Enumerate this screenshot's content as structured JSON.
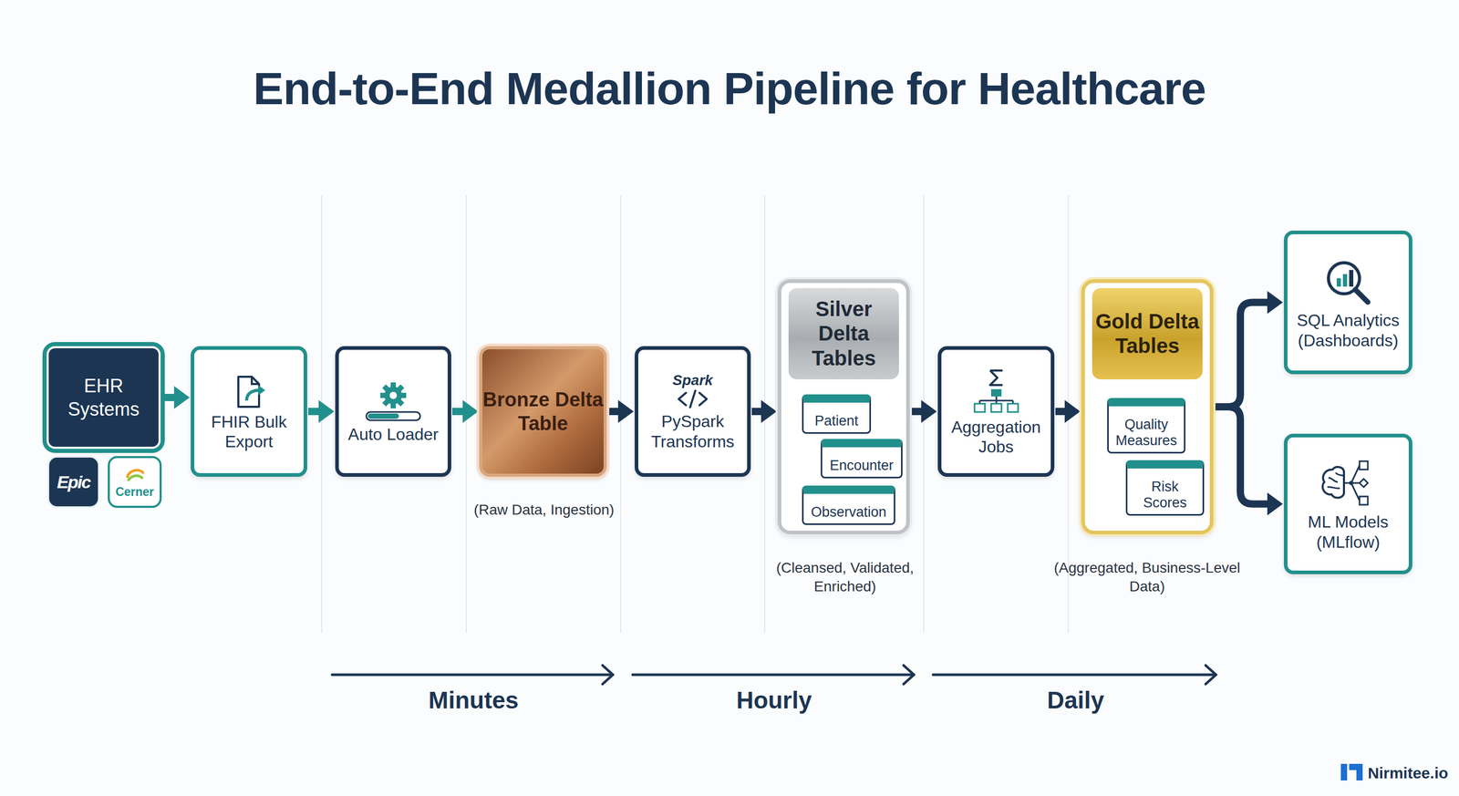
{
  "diagram": {
    "title": "End-to-End Medallion Pipeline for Healthcare",
    "nodes": [
      {
        "text": [
          "EHR Systems"
        ]
      },
      {
        "text": [
          "Epic"
        ]
      },
      {
        "text": [
          "Cerner"
        ]
      },
      {
        "text": [
          "FHIR Bulk Export"
        ]
      },
      {
        "text": [
          "Auto Loader"
        ]
      },
      {
        "text": [
          "Bronze Delta Table"
        ]
      },
      {
        "text": [
          "Spark",
          "PySpark Transforms"
        ]
      },
      {
        "text": [
          "Silver Delta Tables"
        ]
      },
      {
        "text": [
          "Patient"
        ],
        "in": 7
      },
      {
        "text": [
          "Encounter"
        ],
        "in": 7
      },
      {
        "text": [
          "Observation"
        ],
        "in": 7
      },
      {
        "text": [
          "Aggregation Jobs"
        ]
      },
      {
        "text": [
          "Gold Delta Tables"
        ]
      },
      {
        "text": [
          "Quality Measures"
        ],
        "in": 12
      },
      {
        "text": [
          "Risk Scores"
        ],
        "in": 12
      },
      {
        "text": [
          "SQL Analytics (Dashboards)"
        ]
      },
      {
        "text": [
          "ML Models (MLflow)"
        ]
      }
    ],
    "edges": [
      {
        "from": 0,
        "to": 3,
        "arrow": "to"
      },
      {
        "from": 3,
        "to": 4,
        "arrow": "to"
      },
      {
        "from": 4,
        "to": 5,
        "arrow": "to"
      },
      {
        "from": 5,
        "to": 6,
        "arrow": "to"
      },
      {
        "from": 6,
        "to": 7,
        "arrow": "to"
      },
      {
        "from": 7,
        "to": 11,
        "arrow": "to"
      },
      {
        "from": 11,
        "to": 12,
        "arrow": "to"
      },
      {
        "from": 12,
        "to": 15,
        "arrow": "to"
      },
      {
        "from": 12,
        "to": 16,
        "arrow": "to"
      }
    ],
    "labels": [
      "(Raw Data, Ingestion)",
      "(Cleansed, Validated, Enriched)",
      "(Aggregated, Business-Level Data)",
      "Minutes",
      "Hourly",
      "Daily",
      "Nirmitee.io"
    ]
  }
}
